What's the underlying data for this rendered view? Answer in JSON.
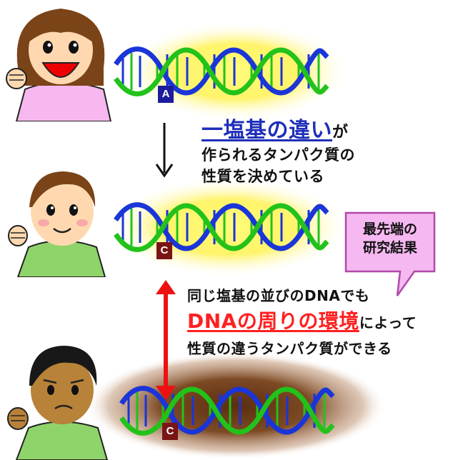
{
  "labels": {
    "base_a": "A",
    "base_c1": "C",
    "base_c2": "C"
  },
  "text1": {
    "emph": "一塩基の違い",
    "rest": "が",
    "line2": "作られるタンパク質の",
    "line3": "性質を決めている"
  },
  "callout": {
    "line1": "最先端の",
    "line2": "研究結果"
  },
  "text2": {
    "line1": "同じ塩基の並びのDNAでも",
    "emph": "DNAの周りの環境",
    "rest": "によって",
    "line3": "性質の違うタンパク質ができる"
  },
  "colors": {
    "strand_green": "#22c21a",
    "strand_blue": "#1a35d8",
    "base_a_bg": "#1c1c9c",
    "base_c_bg": "#7a1515",
    "glow_yellow": "#fff56a",
    "glow_brown": "#6b3a1a",
    "arrow_red": "#ee1111",
    "callout_fill": "#f5b8f0"
  },
  "icons": [
    "happy-person-icon",
    "smiling-person-icon",
    "worried-person-icon",
    "dna-helix-icon",
    "down-arrow-icon",
    "double-arrow-icon"
  ]
}
